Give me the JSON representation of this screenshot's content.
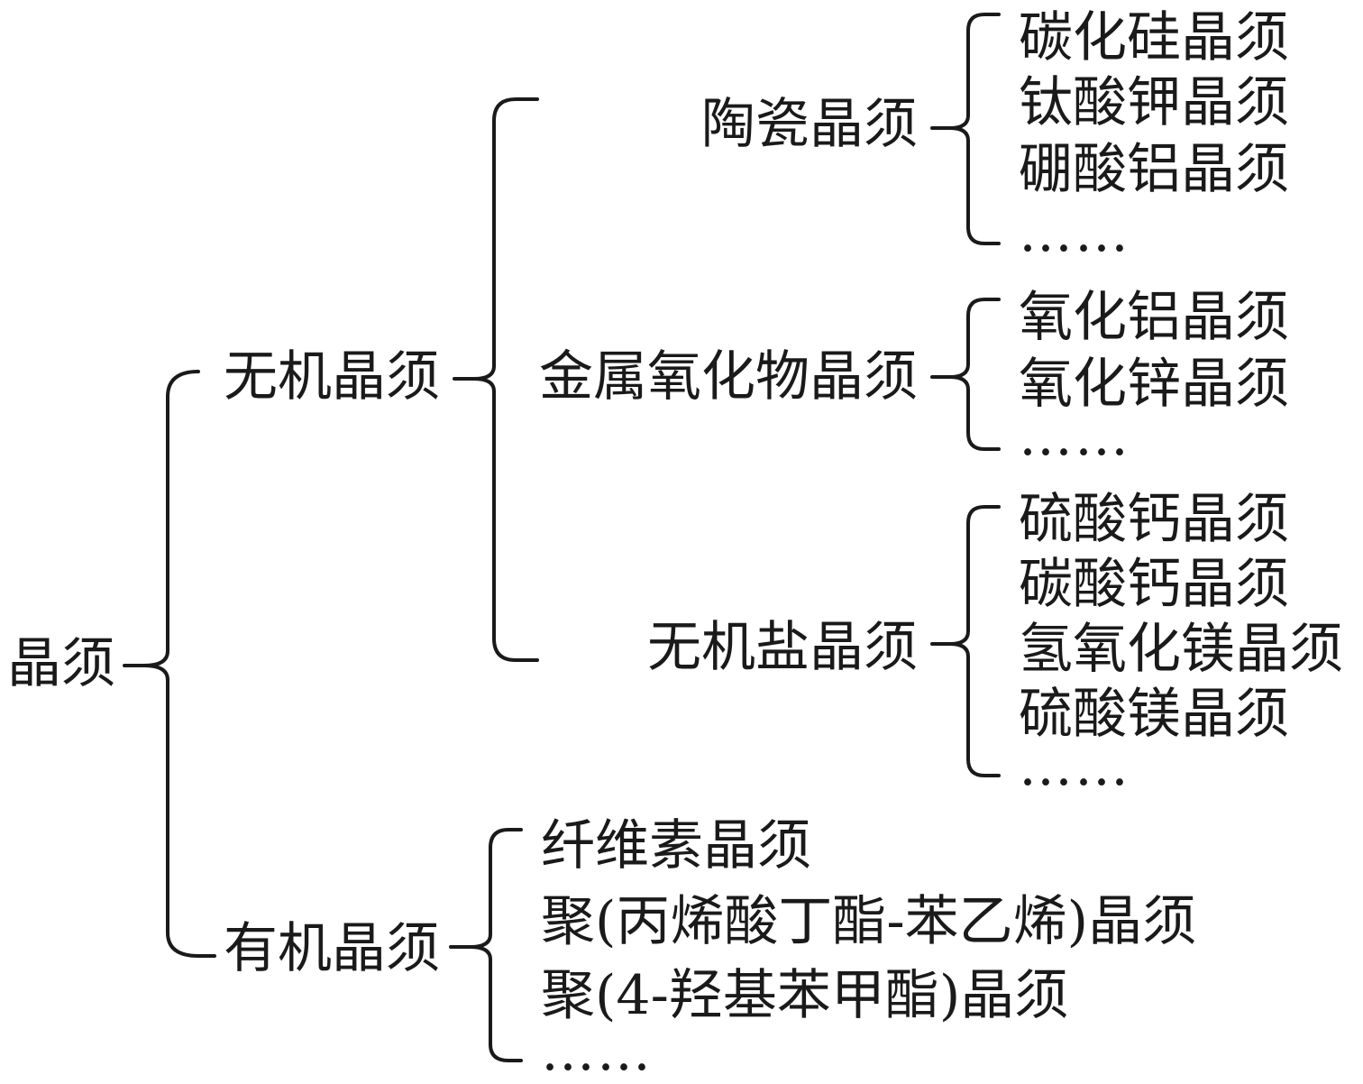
{
  "root": "晶须",
  "branches": [
    {
      "label": "无机晶须",
      "children": [
        {
          "label": "陶瓷晶须",
          "items": [
            "碳化硅晶须",
            "钛酸钾晶须",
            "硼酸铝晶须",
            "……"
          ]
        },
        {
          "label": "金属氧化物晶须",
          "items": [
            "氧化铝晶须",
            "氧化锌晶须",
            "……"
          ]
        },
        {
          "label": "无机盐晶须",
          "items": [
            "硫酸钙晶须",
            "碳酸钙晶须",
            "氢氧化镁晶须",
            "硫酸镁晶须",
            "……"
          ]
        }
      ]
    },
    {
      "label": "有机晶须",
      "items": [
        "纤维素晶须",
        "聚(丙烯酸丁酯-苯乙烯)晶须",
        "聚(4-羟基苯甲酯)晶须",
        "……"
      ]
    }
  ]
}
